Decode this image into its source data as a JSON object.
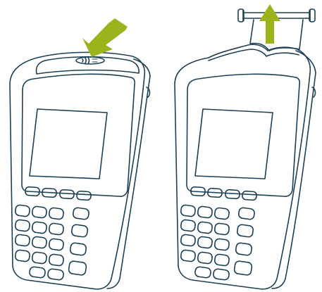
{
  "colors": {
    "outline": "#1d3f55",
    "arrow": "#9cb31b",
    "background": "#ffffff"
  },
  "steps": [
    {
      "device": "payment-terminal",
      "arrow": "insert-card-arrow",
      "arrow_direction": "down-left",
      "features": [
        "nfc-contactless-reader",
        "display-screen",
        "function-keys",
        "keypad"
      ]
    },
    {
      "device": "payment-terminal",
      "arrow": "lift-paper-roll-arrow",
      "arrow_direction": "up",
      "features": [
        "paper-roll",
        "printer-cover-open",
        "display-screen",
        "function-keys",
        "keypad"
      ]
    }
  ]
}
